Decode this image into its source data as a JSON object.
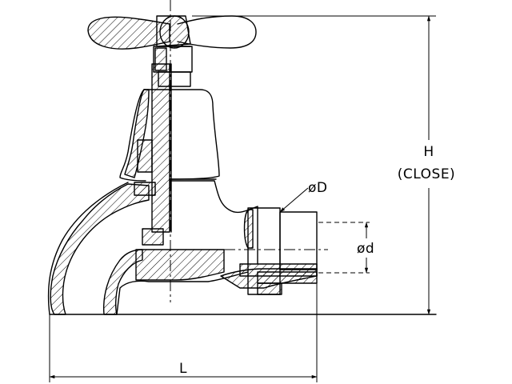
{
  "labels": {
    "height": "H",
    "height_note": "(CLOSE)",
    "length": "L",
    "outer_diameter": "øD",
    "inner_diameter": "ød"
  }
}
